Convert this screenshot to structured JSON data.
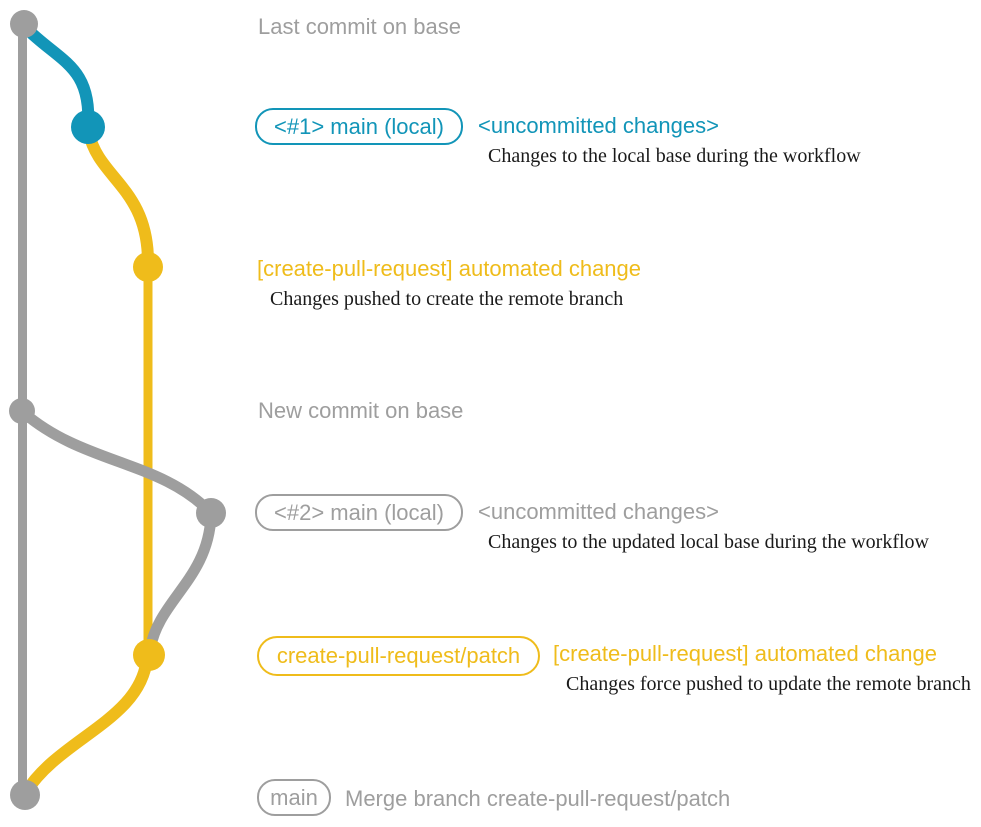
{
  "palette": {
    "gray": "#9e9e9e",
    "teal": "#1295b8",
    "yellow": "#efbc1b",
    "ink": "#1a1a1a",
    "background": "#ffffff"
  },
  "graph": {
    "nodes": [
      {
        "name": "commit-node-last-base",
        "color": "gray"
      },
      {
        "name": "commit-node-local-main-1",
        "color": "teal"
      },
      {
        "name": "commit-node-automated-change-1",
        "color": "yellow"
      },
      {
        "name": "commit-node-new-base",
        "color": "gray"
      },
      {
        "name": "commit-node-local-main-2",
        "color": "gray"
      },
      {
        "name": "commit-node-automated-change-2",
        "color": "yellow"
      },
      {
        "name": "commit-node-merge",
        "color": "gray"
      }
    ]
  },
  "annotations": {
    "row1": {
      "label": "Last commit on base"
    },
    "row2": {
      "badge": "<#1> main (local)",
      "title": "<uncommitted changes>",
      "desc": "Changes to the local base during the workflow"
    },
    "row3": {
      "title": "[create-pull-request] automated change",
      "desc": "Changes pushed to create the remote branch"
    },
    "row4": {
      "label": "New commit on base"
    },
    "row5": {
      "badge": "<#2> main (local)",
      "title": "<uncommitted changes>",
      "desc": "Changes to the updated local base during the workflow"
    },
    "row6": {
      "badge": "create-pull-request/patch",
      "title": "[create-pull-request] automated change",
      "desc": "Changes force pushed to update the remote branch"
    },
    "row7": {
      "badge": "main",
      "label": "Merge branch create-pull-request/patch"
    }
  }
}
